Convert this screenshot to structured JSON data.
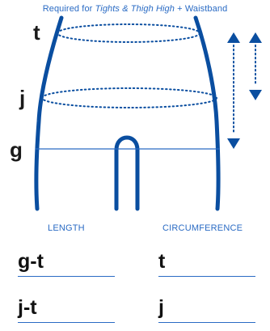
{
  "header": {
    "prefix": "Required for ",
    "items": "Tights & Thigh High",
    "suffix": " + Waistband"
  },
  "points": [
    "t",
    "j",
    "g"
  ],
  "columns": {
    "length": "LENGTH",
    "circumference": "CIRCUMFERENCE"
  },
  "length_fields": [
    "g-t",
    "j-t"
  ],
  "circumference_fields": [
    "t",
    "j"
  ],
  "colors": {
    "primary": "#0a4ea0",
    "accent": "#2a6bc4",
    "dotted": "#7f97c9"
  }
}
